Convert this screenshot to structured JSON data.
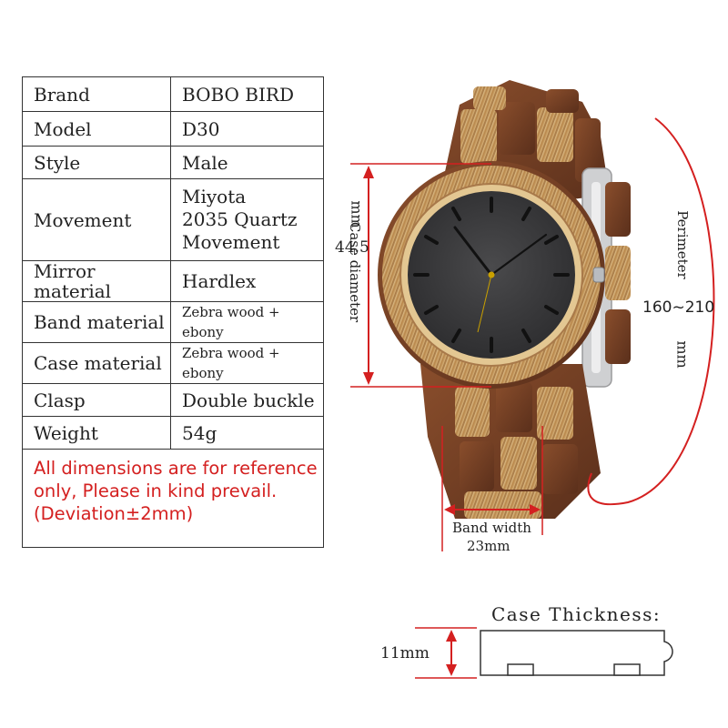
{
  "specs": {
    "rows": [
      {
        "key": "Brand",
        "value": "BOBO BIRD"
      },
      {
        "key": "Model",
        "value": "D30"
      },
      {
        "key": "Style",
        "value": "Male"
      },
      {
        "key": "Movement",
        "value": "Miyota 2035 Quartz Movement"
      },
      {
        "key": "Mirror material",
        "value": "Hardlex"
      },
      {
        "key": "Band material",
        "value": "Zebra wood + ebony"
      },
      {
        "key": "Case material",
        "value": "Zebra wood + ebony"
      },
      {
        "key": "Clasp",
        "value": "Double buckle"
      },
      {
        "key": "Weight",
        "value": "54g"
      }
    ],
    "note": "All dimensions are for reference only, Please in kind prevail. (Deviation±2mm)"
  },
  "dimensions": {
    "case_diameter_label": "Case diameter",
    "case_diameter_value": "44.5",
    "case_diameter_unit": "mm",
    "perimeter_label": "Perimeter",
    "perimeter_value": "160~210",
    "perimeter_unit": "mm",
    "band_width_label": "Band width",
    "band_width_value": "23mm",
    "thickness_label": "Case Thickness:",
    "thickness_value": "11mm"
  },
  "colors": {
    "accent_red": "#d42020",
    "dial": "#3a3a3c",
    "zebra_wood": "#c9a66b",
    "ebony": "#6b3a22"
  }
}
